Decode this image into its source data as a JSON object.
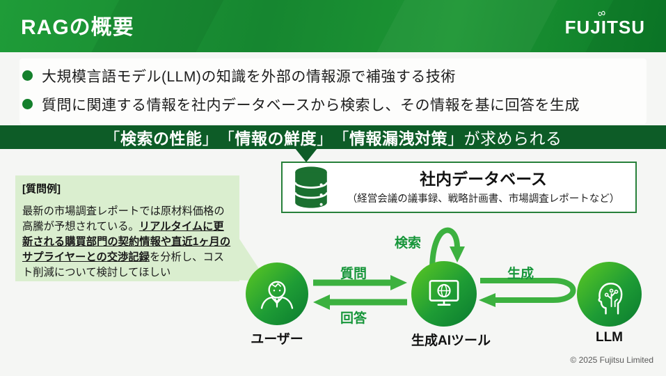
{
  "header": {
    "title": "RAGの概要",
    "logo_text": "FUJITSU"
  },
  "bullets": {
    "item1": "大規模言語モデル(LLM)の知識を外部の情報源で補強する技術",
    "item2": "質問に関連する情報を社内データベースから検索し、その情報を基に回答を生成"
  },
  "banner": {
    "open1": "「",
    "kw1": "検索の性能",
    "close1": "」",
    "open2": "「",
    "kw2": "情報の鮮度",
    "close2": "」",
    "open3": "「",
    "kw3": "情報漏洩対策",
    "close3": "」",
    "suffix": "が求められる"
  },
  "database": {
    "title": "社内データベース",
    "subtitle": "（経営会議の議事録、戦略計画書、市場調査レポートなど）",
    "icon": "database-icon"
  },
  "question_box": {
    "label": "[質問例]",
    "body_start": "最新の市場調査レポートでは原材料価格の高騰が予想されている。",
    "body_emphasis": "リアルタイムに更新される購買部門の契約情報や直近1ヶ月のサプライヤーとの交渉記録",
    "body_end": "を分析し、コスト削減について検討してほしい"
  },
  "diagram": {
    "user_label": "ユーザー",
    "ai_label": "生成AIツール",
    "llm_label": "LLM",
    "arrow_question": "質問",
    "arrow_answer": "回答",
    "arrow_generate": "生成",
    "arrow_search": "検索",
    "icons": {
      "user": "businessman-icon",
      "ai": "monitor-globe-icon",
      "llm": "ai-head-circuit-icon"
    }
  },
  "footer": {
    "copyright": "© 2025 Fujitsu Limited"
  },
  "colors": {
    "header_green": "#1c9434",
    "banner_green": "#0d5c27",
    "arrow_green": "#3cb13f",
    "label_green": "#17963a",
    "bullet_green": "#14802c",
    "light_green_box": "#daeecf",
    "db_border_green": "#27803a",
    "icon_gradient_start": "#5dc922",
    "icon_gradient_end": "#0a7b2f"
  }
}
